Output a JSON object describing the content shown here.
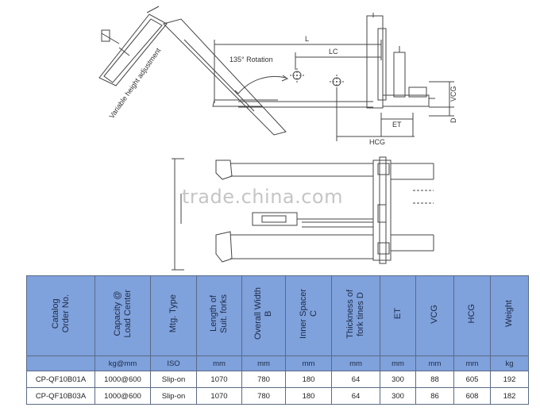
{
  "drawing": {
    "labels": {
      "L": "L",
      "LC": "LC",
      "rotation": "135° Rotation",
      "vertical_adjust": "Variable height adjustment",
      "VCG": "VCG",
      "D": "D",
      "ET": "ET",
      "HCG": "HCG"
    },
    "watermark": "trade.china.com"
  },
  "table": {
    "headers": [
      "Catalog\nOrder No.",
      "Capacity @\nLoad Center",
      "Mtg. Type",
      "Length of\nSuit. forks",
      "Overall Width\nB",
      "Inner Spacer\nC",
      "Thickness of\nfork tines D",
      "ET",
      "VCG",
      "HCG",
      "Weight"
    ],
    "units": [
      "",
      "kg@mm",
      "ISO",
      "mm",
      "mm",
      "mm",
      "mm",
      "mm",
      "mm",
      "mm",
      "kg"
    ],
    "rows": [
      [
        "CP-QF10B01A",
        "1000@600",
        "Slip-on",
        "1070",
        "780",
        "180",
        "64",
        "300",
        "88",
        "605",
        "192"
      ],
      [
        "CP-QF10B03A",
        "1000@600",
        "Slip-on",
        "1070",
        "780",
        "180",
        "64",
        "300",
        "86",
        "608",
        "182"
      ]
    ]
  }
}
